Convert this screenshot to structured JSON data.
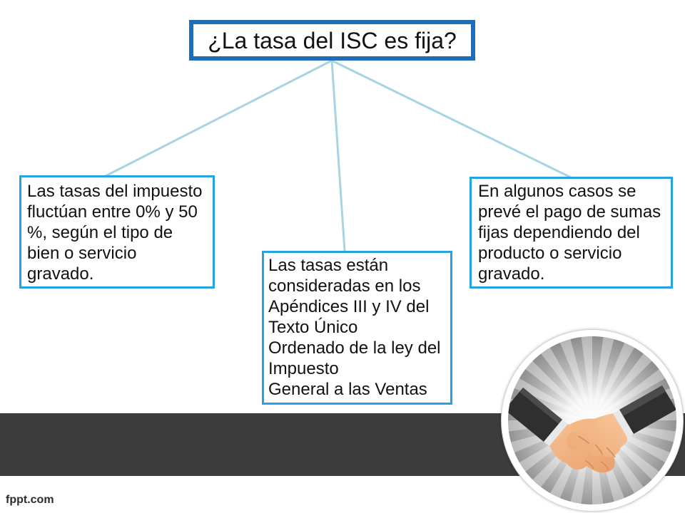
{
  "slide": {
    "title": "¿La tasa del ISC es fija?",
    "boxes": [
      {
        "lines": [
          "Las tasas del impuesto",
          "fluctúan entre 0% y 50",
          "%, según el tipo de",
          "bien o servicio",
          "gravado."
        ]
      },
      {
        "lines": [
          "Las tasas están",
          "consideradas en los",
          "Apéndices III y IV del",
          "Texto Único",
          "Ordenado de la ley del",
          "Impuesto",
          "General a las Ventas"
        ]
      },
      {
        "lines": [
          "En algunos casos se",
          "prevé el pago de sumas",
          "fijas dependiendo del",
          "producto o servicio",
          "gravado."
        ]
      }
    ]
  },
  "footer": {
    "brand": "fppt.com"
  },
  "illustration": {
    "icon": "handshake-icon"
  },
  "colors": {
    "title_border": "#1f6db7",
    "box_border": "#25a3e3",
    "connector": "#a8d4e2",
    "band": "#3c3c3c",
    "text": "#111111"
  }
}
